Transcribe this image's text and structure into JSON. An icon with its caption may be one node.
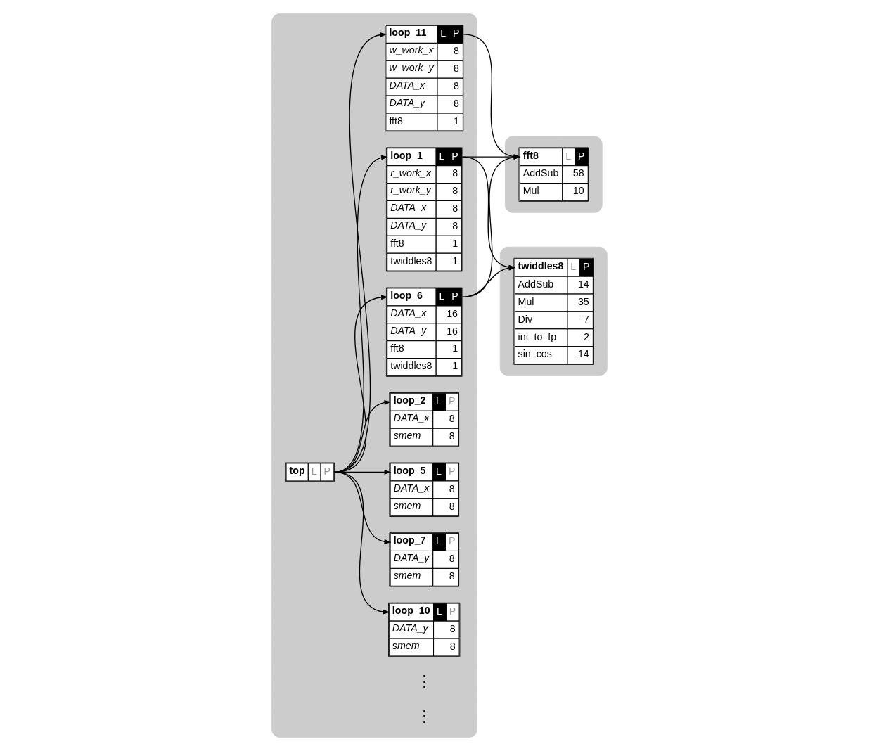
{
  "diagram": {
    "nodes": [
      {
        "text": [],
        "shape": "box"
      },
      {
        "text": [
          "top",
          "L",
          "P"
        ],
        "in": 0
      },
      {
        "text": [
          "loop_2",
          "L",
          "P",
          "DATA_x",
          "8",
          "smem",
          "8"
        ],
        "in": 0
      },
      {
        "text": [
          "loop_5",
          "L",
          "P",
          "DATA_x",
          "8",
          "smem",
          "8"
        ],
        "in": 0
      },
      {
        "text": [
          "loop_7",
          "L",
          "P",
          "DATA_y",
          "8",
          "smem",
          "8"
        ],
        "in": 0
      },
      {
        "text": [
          "loop_10",
          "L",
          "P",
          "DATA_y",
          "8",
          "smem",
          "8"
        ],
        "in": 0
      },
      {
        "text": [
          "loop_1",
          "L",
          "P",
          "r_work_x",
          "8",
          "r_work_y",
          "8",
          "DATA_x",
          "8",
          "DATA_y",
          "8",
          "fft8",
          "1",
          "twiddles8",
          "1"
        ],
        "in": 0
      },
      {
        "text": [
          "loop_6",
          "L",
          "P",
          "DATA_x",
          "16",
          "DATA_y",
          "16",
          "fft8",
          "1",
          "twiddles8",
          "1"
        ],
        "in": 0
      },
      {
        "text": [
          "loop_11",
          "L",
          "P",
          "w_work_x",
          "8",
          "w_work_y",
          "8",
          "DATA_x",
          "8",
          "DATA_y",
          "8",
          "fft8",
          "1"
        ],
        "in": 0
      },
      {
        "text": [],
        "shape": "box"
      },
      {
        "text": [
          "twiddles8",
          "L",
          "P",
          "AddSub",
          "14",
          "Mul",
          "35",
          "Div",
          "7",
          "int_to_fp",
          "2",
          "sin_cos",
          "14"
        ],
        "in": 9
      },
      {
        "text": [],
        "shape": "box"
      },
      {
        "text": [
          "fft8",
          "L",
          "P",
          "AddSub",
          "58",
          "Mul",
          "10"
        ],
        "in": 11
      }
    ],
    "edges": [
      {
        "from": 1,
        "to": 6,
        "arrow": "to"
      },
      {
        "from": 1,
        "to": 2,
        "arrow": "to"
      },
      {
        "from": 1,
        "to": 3,
        "arrow": "to"
      },
      {
        "from": 1,
        "to": 4,
        "arrow": "to"
      },
      {
        "from": 1,
        "to": 5,
        "arrow": "to"
      },
      {
        "from": 1,
        "to": 7,
        "arrow": "to"
      },
      {
        "from": 1,
        "to": 8,
        "arrow": "to"
      },
      {
        "from": 6,
        "to": 10,
        "arrow": "to"
      },
      {
        "from": 6,
        "to": 12,
        "arrow": "to"
      },
      {
        "from": 7,
        "to": 10,
        "arrow": "to"
      },
      {
        "from": 7,
        "to": 12,
        "arrow": "to"
      },
      {
        "from": 8,
        "to": 12,
        "arrow": "to"
      }
    ],
    "labels": [
      "⋮",
      "⋮"
    ]
  }
}
